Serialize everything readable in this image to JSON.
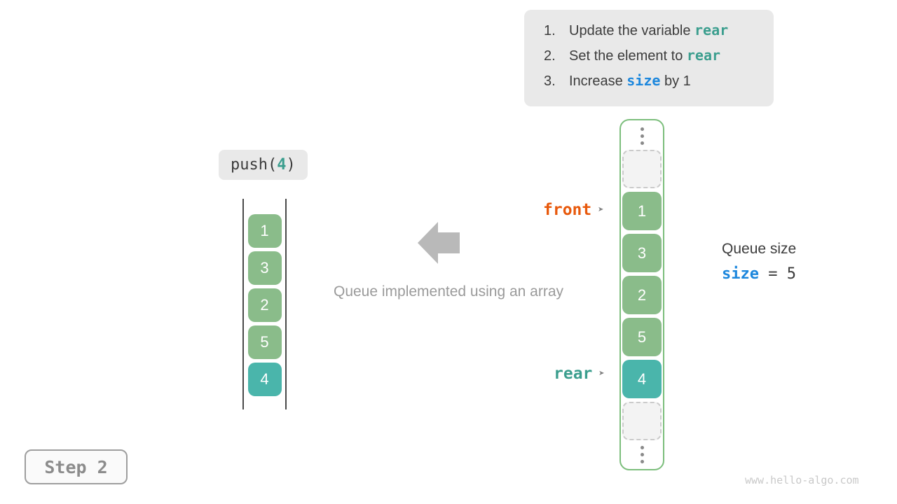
{
  "colors": {
    "code_teal": "#3b9e8e",
    "code_blue": "#1c87dd",
    "front_orange": "#e8590c",
    "cell_green": "#8abc8a",
    "cell_teal": "#4ab5ab",
    "array_border_green": "#7cbe7c"
  },
  "instructions": {
    "items": [
      {
        "num": "1.",
        "pre": "Update the variable ",
        "code": "rear",
        "post": ""
      },
      {
        "num": "2.",
        "pre": "Set the element to ",
        "code": "rear",
        "post": ""
      },
      {
        "num": "3.",
        "pre": "Increase ",
        "code": "size",
        "post": " by 1"
      }
    ]
  },
  "operation": {
    "prefix": "push(",
    "arg": "4",
    "suffix": ")"
  },
  "left_stack": {
    "cells": [
      "1",
      "3",
      "2",
      "5",
      "4"
    ]
  },
  "caption": "Queue implemented using an array",
  "array": {
    "cells": [
      "1",
      "3",
      "2",
      "5",
      "4"
    ],
    "pointers": {
      "front": "front",
      "rear": "rear",
      "glyph": "➤"
    }
  },
  "queue_size": {
    "title": "Queue size",
    "var": "size",
    "equals": " = ",
    "value": "5"
  },
  "step_label": "Step 2",
  "watermark": "www.hello-algo.com"
}
